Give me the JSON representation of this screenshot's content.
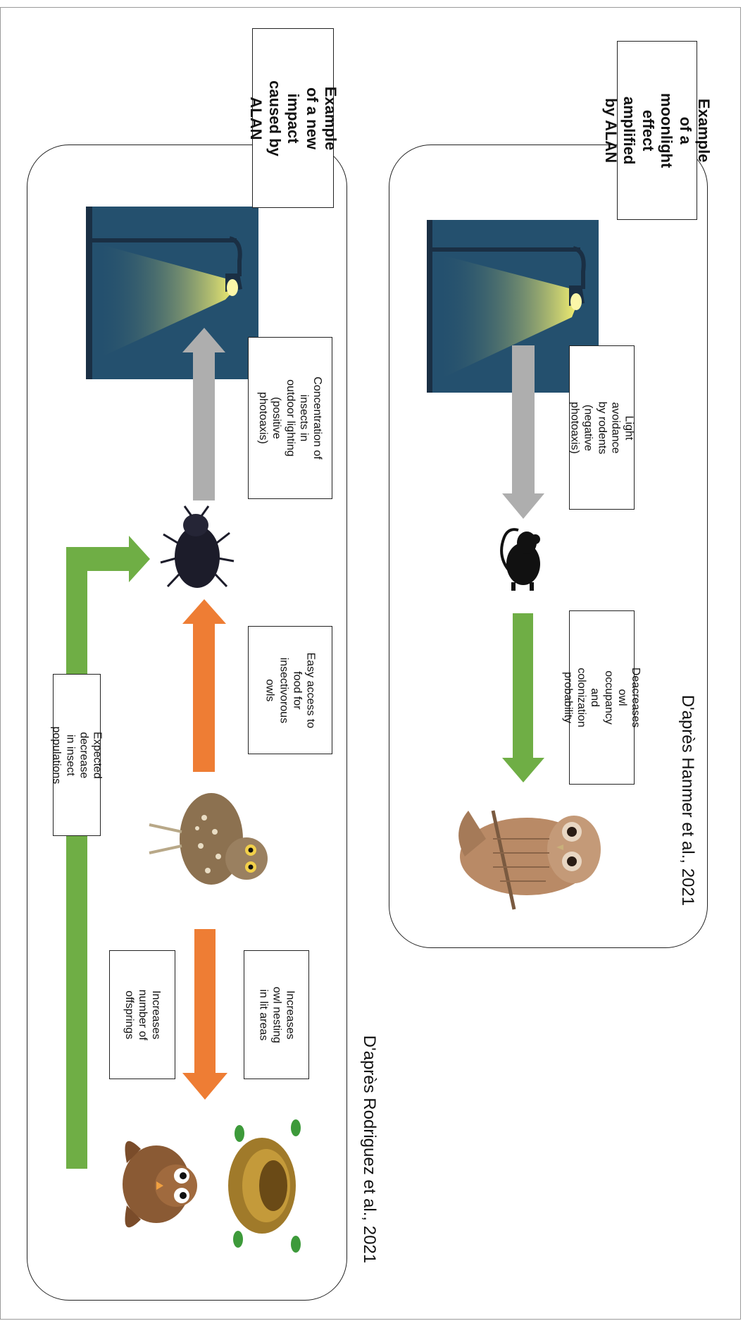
{
  "panel_top": {
    "title": "Example of a moonlight effect amplified by ALAN",
    "credit": "D'après Hanmer et al., 2021",
    "label_avoidance": "Light avoidance by rodents (negative photoaxis)",
    "label_decrease": "Deacreases owl occupancy and colonization probability"
  },
  "panel_bottom": {
    "title": "Example of a new impact caused by ALAN",
    "credit": "D'après Rodriguez et al., 2021",
    "label_concentration": "Concentration of insects in outdoor lighting (positive photoaxis)",
    "label_easy_access": "Easy access to food for insectivorous owls",
    "label_nesting": "Increases owl nesting in lit areas",
    "label_offspring": "Increases number of offsprings",
    "label_insect_decline": "Expected decrease in insect populations"
  },
  "colors": {
    "night_sky": "#24506e",
    "lamp_light": "#f4f070",
    "arrow_gray": "#aeaeae",
    "arrow_green": "#6fae45",
    "arrow_orange": "#ee7d34"
  }
}
